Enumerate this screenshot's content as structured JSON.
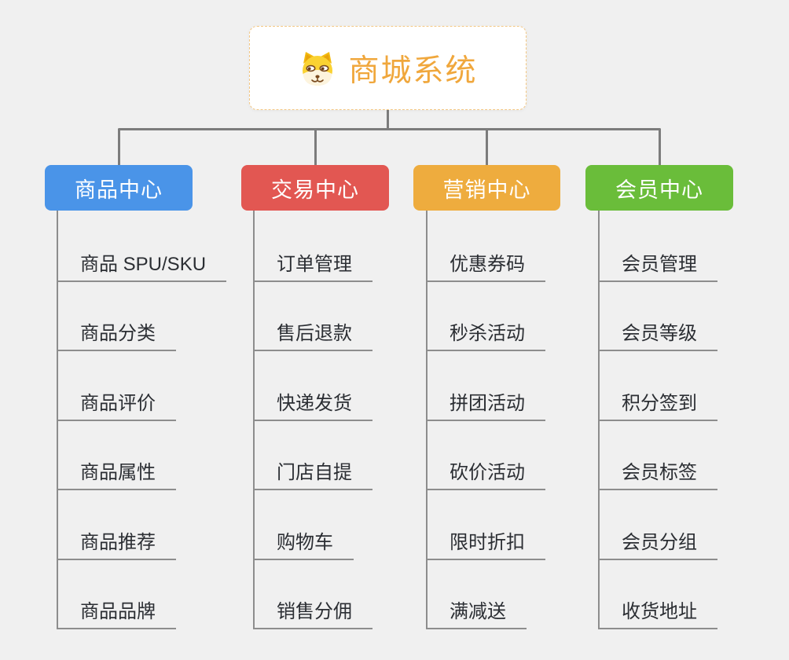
{
  "root": {
    "title": "商城系统",
    "accent_color": "#f0a73c",
    "icon": "doge-icon"
  },
  "branches": [
    {
      "label": "商品中心",
      "color": "#4a94e8",
      "items": [
        "商品 SPU/SKU",
        "商品分类",
        "商品评价",
        "商品属性",
        "商品推荐",
        "商品品牌"
      ]
    },
    {
      "label": "交易中心",
      "color": "#e25752",
      "items": [
        "订单管理",
        "售后退款",
        "快递发货",
        "门店自提",
        "购物车",
        "销售分佣"
      ]
    },
    {
      "label": "营销中心",
      "color": "#eeac3e",
      "items": [
        "优惠券码",
        "秒杀活动",
        "拼团活动",
        "砍价活动",
        "限时折扣",
        "满减送"
      ]
    },
    {
      "label": "会员中心",
      "color": "#6abd3a",
      "items": [
        "会员管理",
        "会员等级",
        "积分签到",
        "会员标签",
        "会员分组",
        "收货地址"
      ]
    }
  ]
}
